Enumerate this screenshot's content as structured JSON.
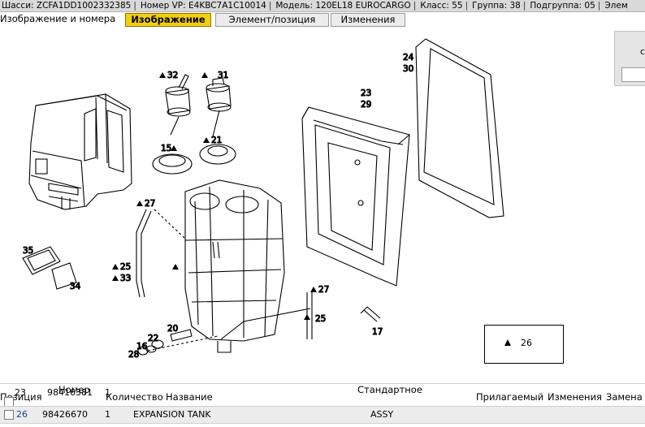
{
  "header": {
    "fields": [
      "Шасси: ZCFA1DD1002332385",
      "Номер VP: E4KBC7A1C10014",
      "Модель: 120EL18 EUROCARGO",
      "Класс: 55",
      "Группа: 38",
      "Подгруппа: 05",
      "Элем"
    ]
  },
  "left_title": "Изображение и номера",
  "tabs": [
    {
      "label": "Изображение",
      "active": true
    },
    {
      "label": "Элемент/позиция",
      "active": false
    },
    {
      "label": "Изменения",
      "active": false
    }
  ],
  "right_panel": {
    "text": "с"
  },
  "drawing": {
    "callouts": [
      "32",
      "31",
      "15",
      "21",
      "27",
      "35",
      "34",
      "25",
      "33",
      "23",
      "29",
      "24",
      "30",
      "26",
      "27",
      "25",
      "17",
      "20",
      "22",
      "16",
      "28"
    ],
    "legend": {
      "symbol": "triangle",
      "text": "26"
    }
  },
  "table": {
    "headers": {
      "position": "Позиция",
      "number": "Номер",
      "quantity": "Количество",
      "name": "Название",
      "standard": "Стандартное",
      "applicable": "Прилагаемый",
      "changes": "Изменения",
      "replacements": "Замена"
    },
    "scrolled_row": {
      "position": "23",
      "number": "98416381",
      "quantity": "1"
    },
    "rows": [
      {
        "position": "26",
        "number": "98426670",
        "quantity": "1",
        "name": "EXPANSION TANK",
        "standard": "ASSY"
      }
    ]
  }
}
